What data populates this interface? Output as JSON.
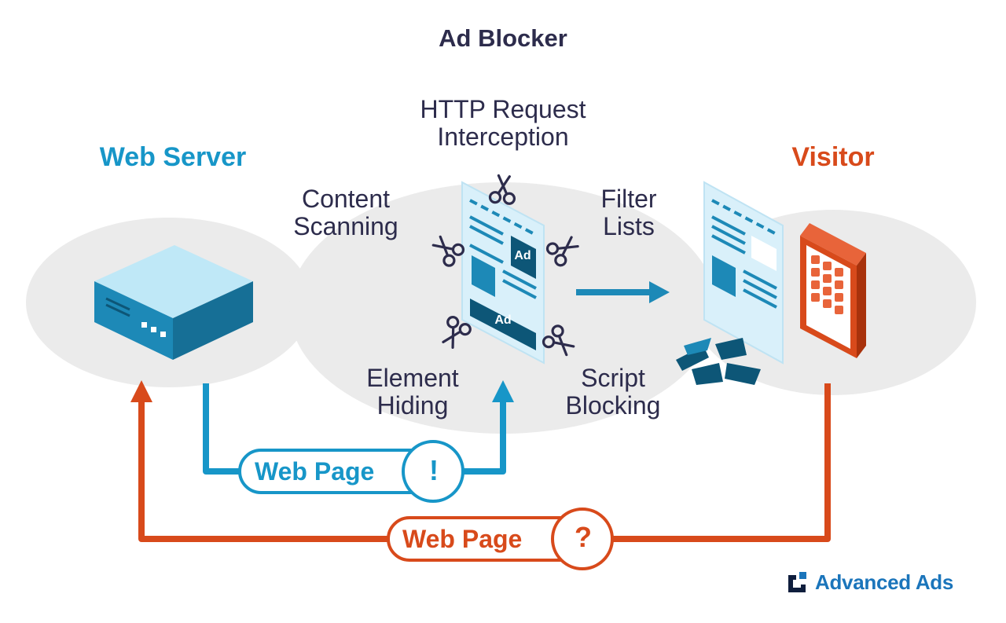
{
  "title": "Ad Blocker",
  "nodes": {
    "web_server": "Web Server",
    "visitor": "Visitor"
  },
  "techniques": {
    "http_request_interception": [
      "HTTP Request",
      "Interception"
    ],
    "content_scanning": [
      "Content",
      "Scanning"
    ],
    "filter_lists": [
      "Filter",
      "Lists"
    ],
    "element_hiding": [
      "Element",
      "Hiding"
    ],
    "script_blocking": [
      "Script",
      "Blocking"
    ]
  },
  "flows": {
    "outgoing": {
      "label": "Web Page",
      "symbol": "!"
    },
    "returning": {
      "label": "Web Page",
      "symbol": "?"
    }
  },
  "ad_labels": [
    "Ad",
    "Ad"
  ],
  "brand": "Advanced Ads",
  "colors": {
    "blue": "#1796c8",
    "orange": "#d84a1b",
    "navy": "#2d2c4c",
    "ellipse": "#ebebeb",
    "page_fill": "#d9f0fa"
  },
  "icons": [
    "server-icon",
    "scissors-icon",
    "document-icon",
    "tablet-icon",
    "torn-ad-icon",
    "arrow-right-icon",
    "brand-logo-icon"
  ]
}
